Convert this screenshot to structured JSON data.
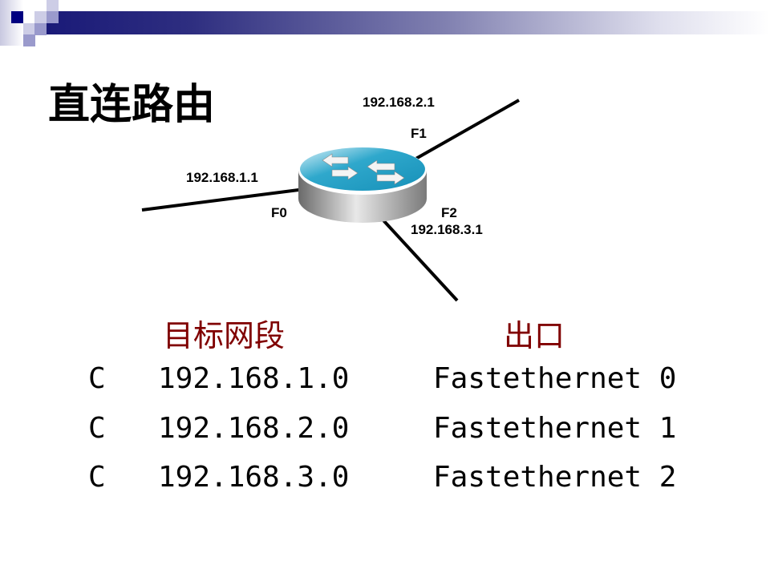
{
  "title": "直连路由",
  "diagram": {
    "interfaces": [
      {
        "name": "F0",
        "ip": "192.168.1.1"
      },
      {
        "name": "F1",
        "ip": "192.168.2.1"
      },
      {
        "name": "F2",
        "ip": "192.168.3.1"
      }
    ]
  },
  "table": {
    "headers": [
      "目标网段",
      "出口"
    ],
    "rows": [
      {
        "type": "C",
        "network": "192.168.1.0",
        "exit": "Fastethernet 0"
      },
      {
        "type": "C",
        "network": "192.168.2.0",
        "exit": "Fastethernet 1"
      },
      {
        "type": "C",
        "network": "192.168.3.0",
        "exit": "Fastethernet 2"
      }
    ]
  },
  "colors": {
    "accent": "#1a1a78",
    "header": "#800000"
  }
}
